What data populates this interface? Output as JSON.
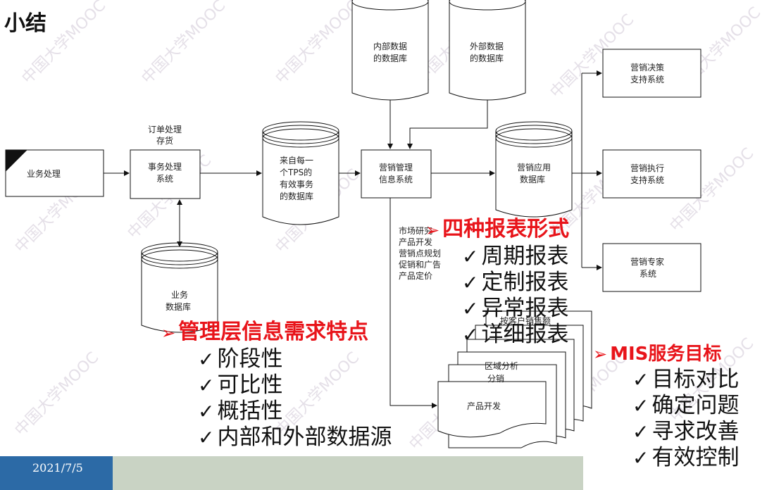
{
  "title": "小结",
  "nodes": {
    "biz_process": "业务处理",
    "order_label_1": "订单处理",
    "order_label_2": "存货",
    "tps_1": "事务处理",
    "tps_2": "系统",
    "tps_db_1": "来自每一",
    "tps_db_2": "个TPS的",
    "tps_db_3": "有效事务",
    "tps_db_4": "的数据库",
    "biz_db_1": "业务",
    "biz_db_2": "数据库",
    "internal_db_1": "内部数据",
    "internal_db_2": "的数据库",
    "external_db_1": "外部数据",
    "external_db_2": "的数据库",
    "mis_1": "营销管理",
    "mis_2": "信息系统",
    "app_db_1": "营销应用",
    "app_db_2": "数据库",
    "dss_1": "营销决策",
    "dss_2": "支持系统",
    "exec_1": "营销执行",
    "exec_2": "支持系统",
    "expert_1": "营销专家",
    "expert_2": "系统",
    "side_1": "市场研究",
    "side_2": "产品开发",
    "side_3": "营销点规划",
    "side_4": "促销和广告",
    "side_5": "产品定价",
    "report_1": "按客户销售额",
    "report_2": "区域分析",
    "report_3": "分销",
    "report_4": "产品开发"
  },
  "report_forms": {
    "heading": "四种报表形式",
    "items": [
      "周期报表",
      "定制报表",
      "异常报表",
      "详细报表"
    ]
  },
  "mgmt_needs": {
    "heading": "管理层信息需求特点",
    "items": [
      "阶段性",
      "可比性",
      "概括性",
      "内部和外部数据源"
    ]
  },
  "mis_goals": {
    "heading": "MIS服务目标",
    "items": [
      "目标对比",
      "确定问题",
      "寻求改善",
      "有效控制"
    ]
  },
  "symbols": {
    "arrow": "➢",
    "check": "✓"
  },
  "watermark": "中国大学MOOC",
  "footer": {
    "date": "2021/7/5"
  },
  "colors": {
    "red": "#e8141a",
    "footer_blue": "#2c6aa6",
    "footer_bar": "#c9d3c4"
  }
}
